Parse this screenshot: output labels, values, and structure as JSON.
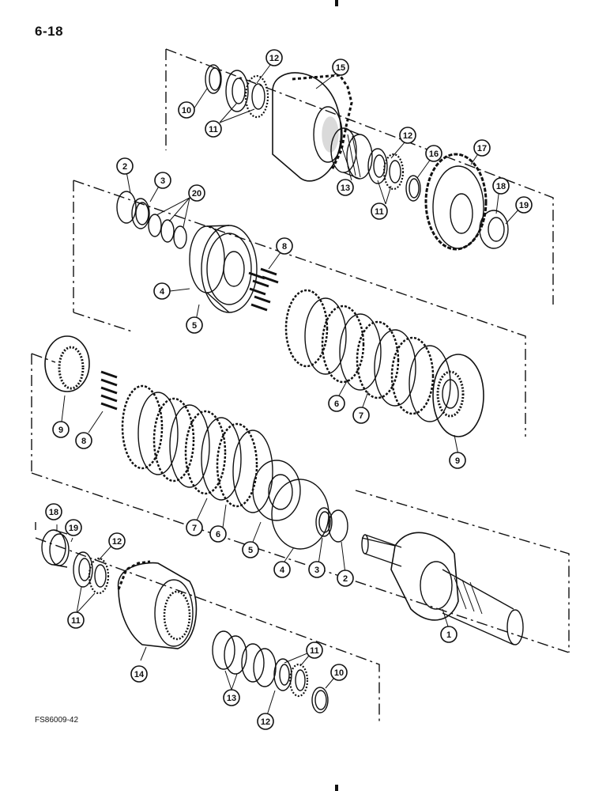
{
  "page": {
    "number": "6-18",
    "figure_code": "FS86009-42"
  },
  "callouts": {
    "c10a": "10",
    "c11a": "11",
    "c12a": "12",
    "c15": "15",
    "c12b": "12",
    "c13a": "13",
    "c11b": "11",
    "c16": "16",
    "c17": "17",
    "c18a": "18",
    "c19a": "19",
    "c2a": "2",
    "c3a": "3",
    "c20": "20",
    "c8a": "8",
    "c4a": "4",
    "c5a": "5",
    "c6a": "6",
    "c7a": "7",
    "c9a": "9",
    "c9b": "9",
    "c8b": "8",
    "c7b": "7",
    "c6b": "6",
    "c5b": "5",
    "c4b": "4",
    "c3b": "3",
    "c2b": "2",
    "c18b": "18",
    "c19b": "19",
    "c12c": "12",
    "c11c": "11",
    "c14": "14",
    "c1": "1",
    "c13b": "13",
    "c11d": "11",
    "c10b": "10",
    "c12d": "12"
  },
  "colors": {
    "ink": "#111111",
    "paper": "#ffffff"
  }
}
